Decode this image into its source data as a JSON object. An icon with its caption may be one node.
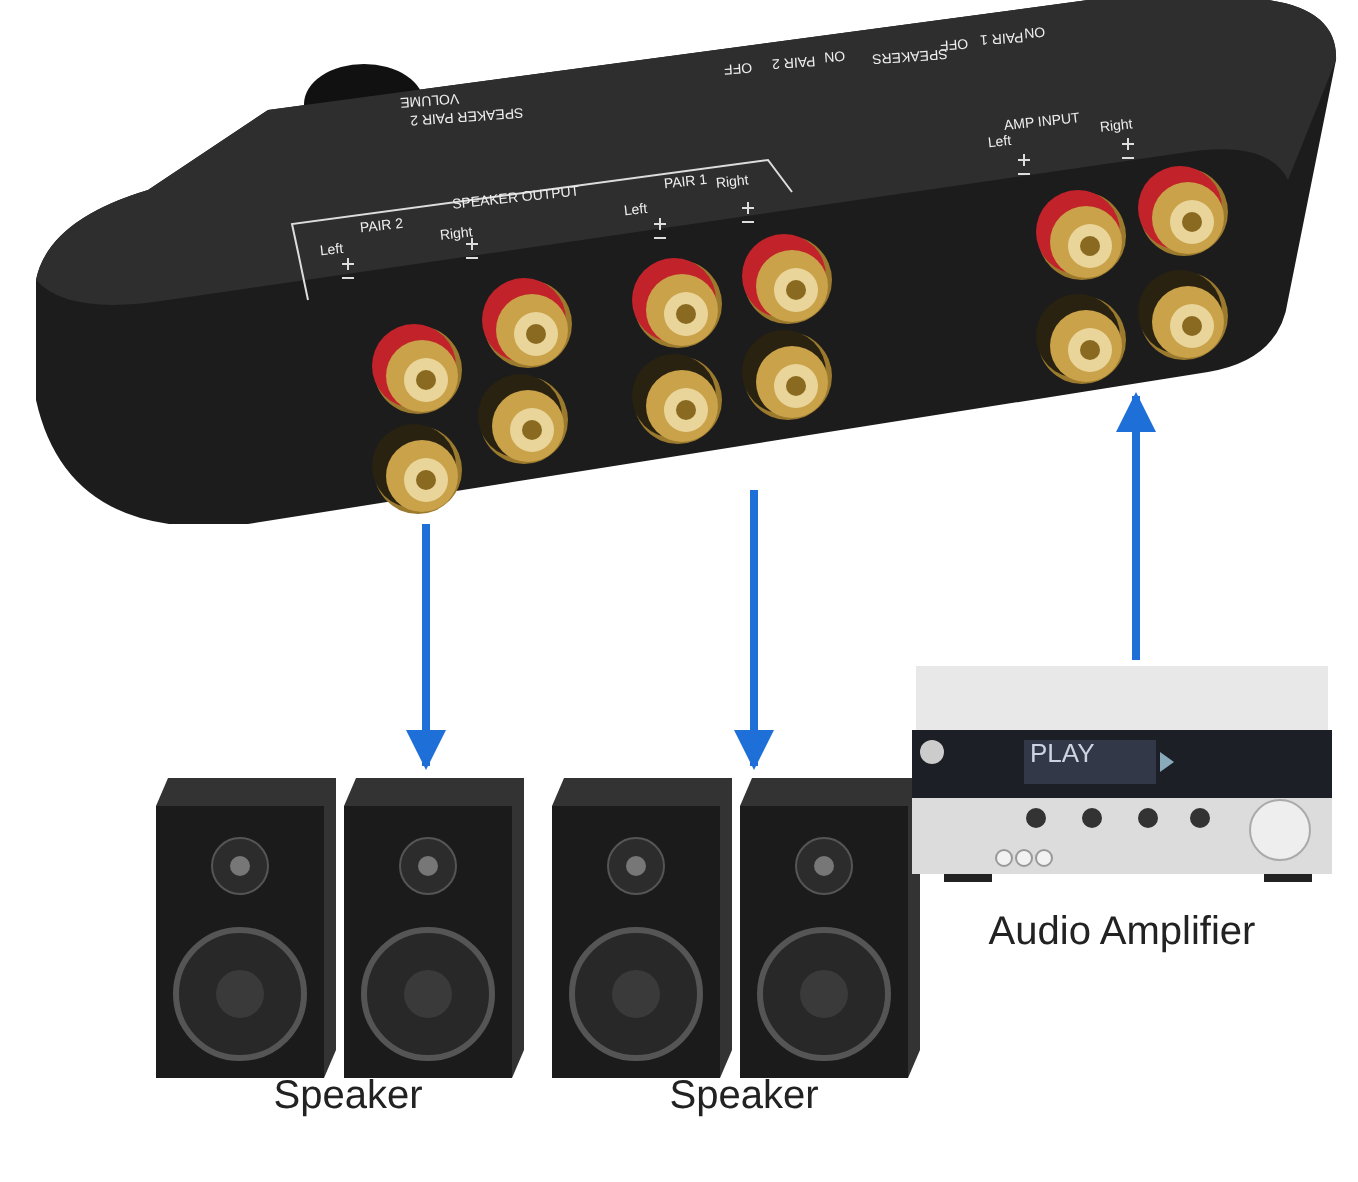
{
  "diagram": {
    "nodes": [
      {
        "text": [],
        "shape": "picture"
      },
      {
        "text": [
          "Speaker"
        ]
      },
      {
        "text": [
          "Speaker"
        ]
      },
      {
        "text": [
          "Audio Amplifier"
        ]
      }
    ],
    "edges": [
      {
        "from": 0,
        "to": 1,
        "arrow": "to"
      },
      {
        "from": 0,
        "to": 2,
        "arrow": "to"
      },
      {
        "from": 3,
        "to": 0,
        "arrow": "to"
      }
    ],
    "labels": [
      "VOLUME",
      "SPEAKER PAIR 2",
      "OFF",
      "PAIR 2",
      "ON",
      "SPEAKERS",
      "OFF",
      "PAIR 1",
      "ON",
      "AMP INPUT",
      "Left",
      "Right",
      "SPEAKER OUTPUT",
      "PAIR 1",
      "Left",
      "Right",
      "PAIR 2",
      "Right",
      "Left",
      "PLAY"
    ]
  }
}
